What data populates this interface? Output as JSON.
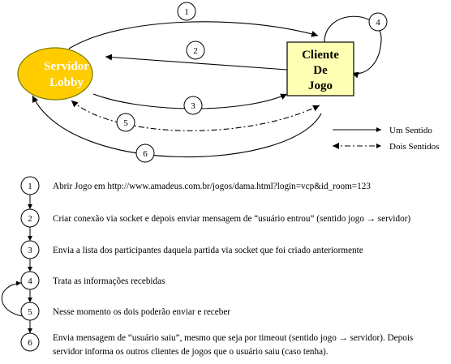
{
  "nodes": {
    "server": {
      "line1": "Servidor",
      "line2": "Lobby",
      "fill": "#FFCC00",
      "stroke": "#7F7F00"
    },
    "client": {
      "line1": "Cliente",
      "line2": "De",
      "line3": "Jogo",
      "fill": "#FFFFB3"
    }
  },
  "arrow_numbers": [
    "1",
    "2",
    "3",
    "4",
    "5",
    "6"
  ],
  "legend": {
    "one_way": "Um Sentido",
    "two_way": "Dois Sentidos"
  },
  "steps": [
    {
      "num": "1",
      "lines": [
        "Abrir Jogo em http://www.amadeus.com.br/jogos/dama.html?login=vcp&id_room=123"
      ]
    },
    {
      "num": "2",
      "lines": [
        "Criar conexão via socket e depois enviar mensagem de “usuário entrou” (sentido jogo → servidor)"
      ]
    },
    {
      "num": "3",
      "lines": [
        "Envia a lista dos participantes daquela partida via socket que foi criado anteriormente"
      ]
    },
    {
      "num": "4",
      "lines": [
        "Trata as informações recebidas"
      ]
    },
    {
      "num": "5",
      "lines": [
        "Nesse momento os dois poderão enviar e receber"
      ]
    },
    {
      "num": "6",
      "lines": [
        "Envia mensagem de “usuário saiu”, mesmo que seja por timeout (sentido jogo → servidor). Depois",
        "servidor informa os outros clientes de jogos que o usuário saiu (caso tenha)."
      ]
    }
  ]
}
